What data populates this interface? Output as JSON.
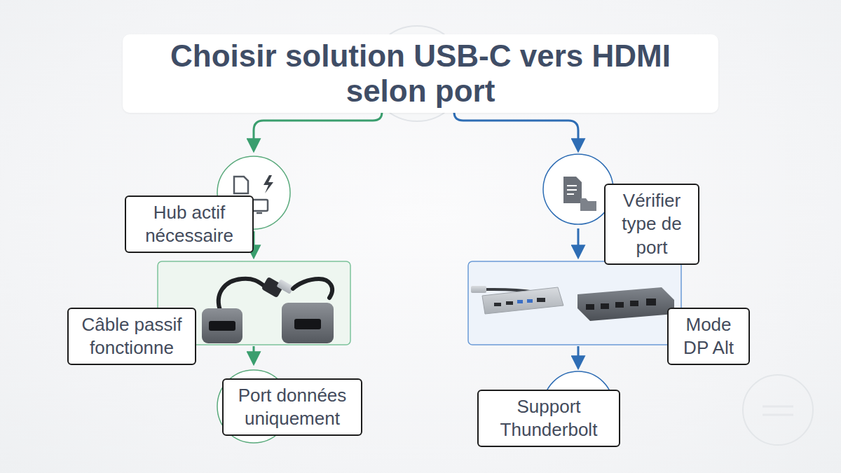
{
  "diagram": {
    "title": "Choisir solution USB-C vers HDMI selon port",
    "nodes": [
      {
        "text": [
          "Hub actif nécessaire"
        ]
      },
      {
        "text": [
          "Vérifier type de port"
        ]
      },
      {
        "text": [
          "Câble passif fonctionne"
        ]
      },
      {
        "text": [
          "Mode DP Alt"
        ]
      },
      {
        "text": [
          "Port données uniquement"
        ]
      },
      {
        "text": [
          "Support Thunderbolt"
        ]
      }
    ]
  }
}
